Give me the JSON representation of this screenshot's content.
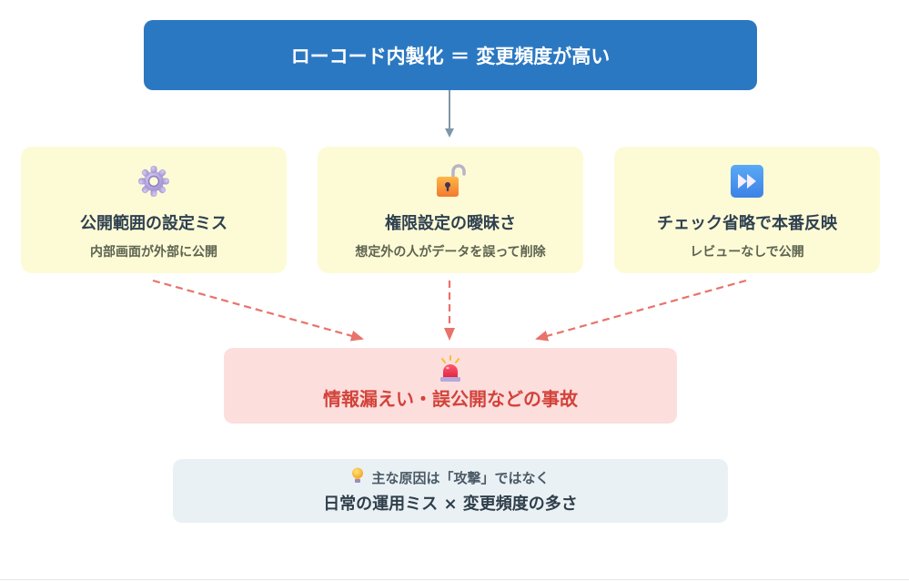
{
  "header": {
    "title": "ローコード内製化 ＝ 変更頻度が高い"
  },
  "causes": [
    {
      "icon": "gear-icon",
      "title": "公開範囲の設定ミス",
      "description": "内部画面が外部に公開"
    },
    {
      "icon": "unlocked-padlock-icon",
      "title": "権限設定の曖昧さ",
      "description": "想定外の人がデータを誤って削除"
    },
    {
      "icon": "fast-forward-icon",
      "title": "チェック省略で本番反映",
      "description": "レビューなしで公開"
    }
  ],
  "result": {
    "icon": "police-light-icon",
    "title": "情報漏えい・誤公開などの事故"
  },
  "note": {
    "icon": "lightbulb-icon",
    "line1": "主な原因は「攻撃」ではなく",
    "line2": "日常の運用ミス × 変更頻度の多さ"
  },
  "colors": {
    "header_bg": "#2b78c2",
    "card_bg": "#fdfbd6",
    "result_bg": "#fcdedd",
    "result_text": "#d2433a",
    "note_bg": "#eaf1f5",
    "solid_arrow": "#7f97a8",
    "dashed_arrow": "#e8736a"
  }
}
